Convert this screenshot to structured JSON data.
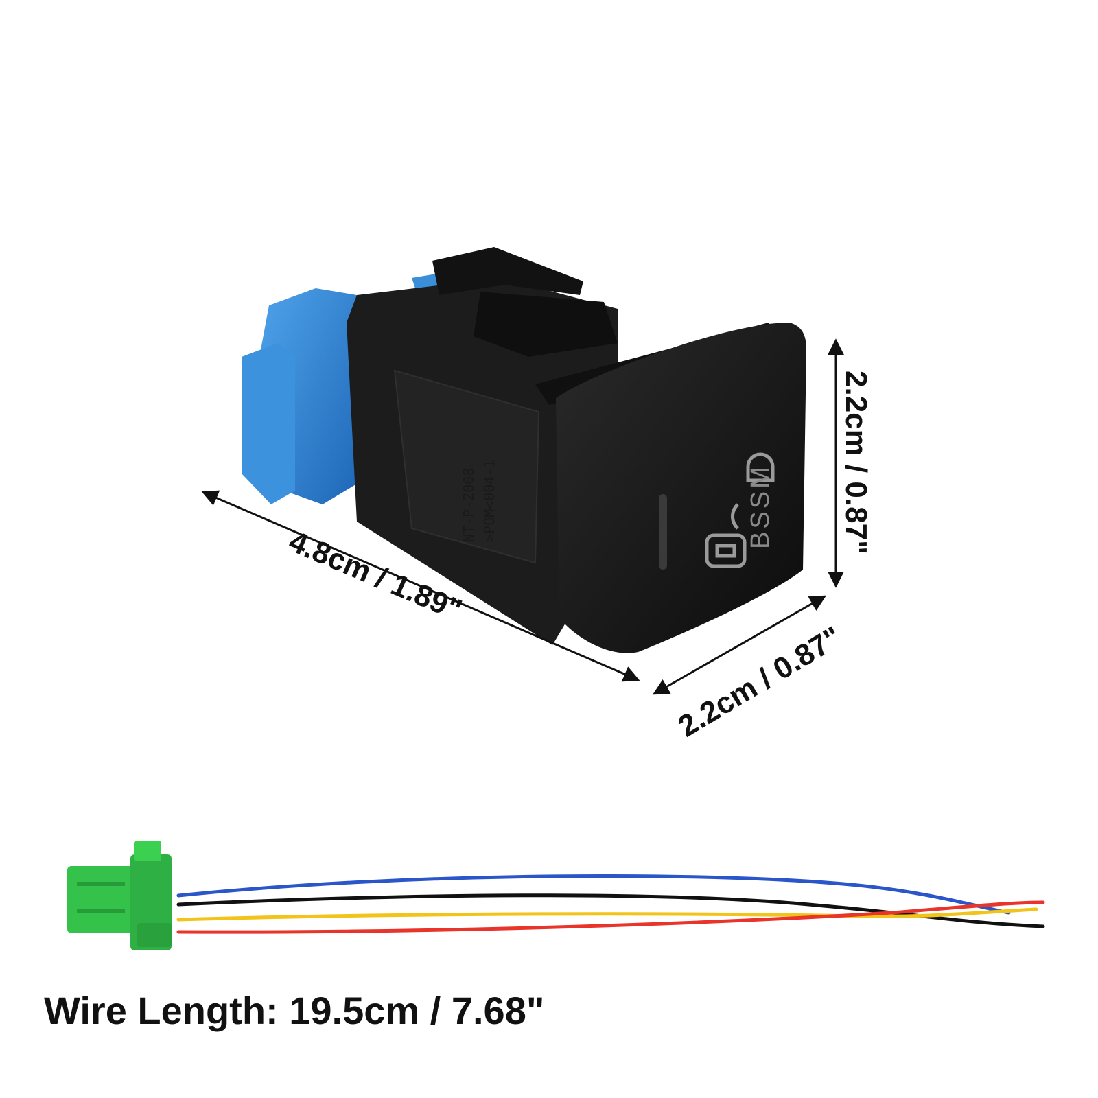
{
  "dimensions": {
    "length": "4.8cm / 1.89\"",
    "height": "2.2cm / 0.87\"",
    "width": "2.2cm / 0.87\""
  },
  "switch": {
    "button_label": "BSSM",
    "embossed_lines": [
      "NT-P-2008",
      ">POM<004-1"
    ],
    "colors": {
      "body": "#1b1b1b",
      "connector": "#2f7fd0",
      "face": "#141414"
    }
  },
  "harness": {
    "connector_color": "#35c24a",
    "wire_colors": [
      "#2a56c9",
      "#111111",
      "#f2c318",
      "#e8342a"
    ]
  },
  "caption": {
    "wire_length": "Wire Length: 19.5cm / 7.68\""
  }
}
